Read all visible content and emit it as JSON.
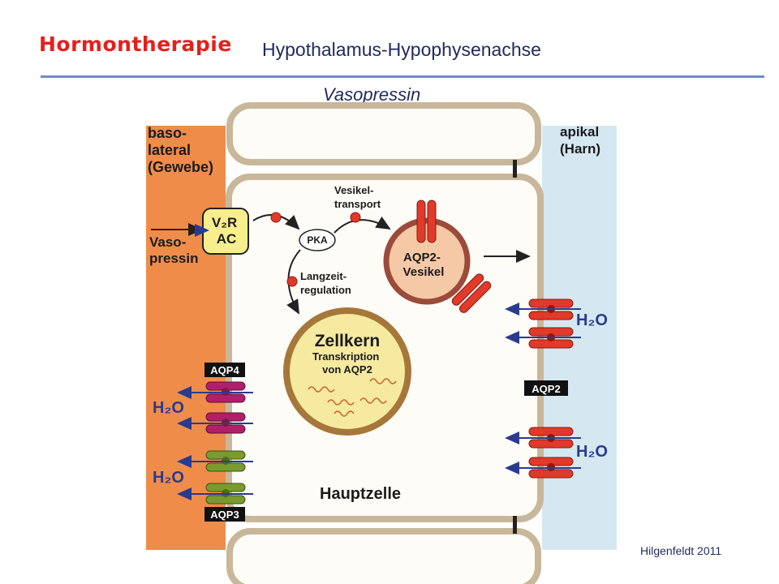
{
  "header": {
    "title": "Hormontherapie",
    "subtitle": "Hypothalamus-Hypophysenachse",
    "topic": "Vasopressin"
  },
  "figure": {
    "basolateral": [
      "baso-",
      "lateral",
      "(Gewebe)"
    ],
    "apical": [
      "apikal",
      "(Harn)"
    ],
    "receptor": [
      "V₂R",
      "AC"
    ],
    "hormone": [
      "Vaso-",
      "pressin"
    ],
    "pka": "PKA",
    "transport": [
      "Vesikel-",
      "transport"
    ],
    "longterm": [
      "Langzeit-",
      "regulation"
    ],
    "vesicle": [
      "AQP2-",
      "Vesikel"
    ],
    "nucleus_title": "Zellkern",
    "nucleus_text": [
      "Transkription",
      "von AQP2"
    ],
    "aqp4": "AQP4",
    "aqp3": "AQP3",
    "aqp2": "AQP2",
    "water": "H₂O",
    "cell": "Hauptzelle",
    "colors": {
      "basolateral": "#f08c4a",
      "apical": "#d5e8f2",
      "membrane": "#c9b79a",
      "aqp_red": "#e03a2a",
      "aqp4_magenta": "#b0206a",
      "aqp3_green": "#7a9a2e",
      "nucleus": "#f6e9a0",
      "arrow_blue": "#2a3b8f"
    }
  },
  "footer": {
    "credit": "Hilgenfeldt 2011"
  }
}
